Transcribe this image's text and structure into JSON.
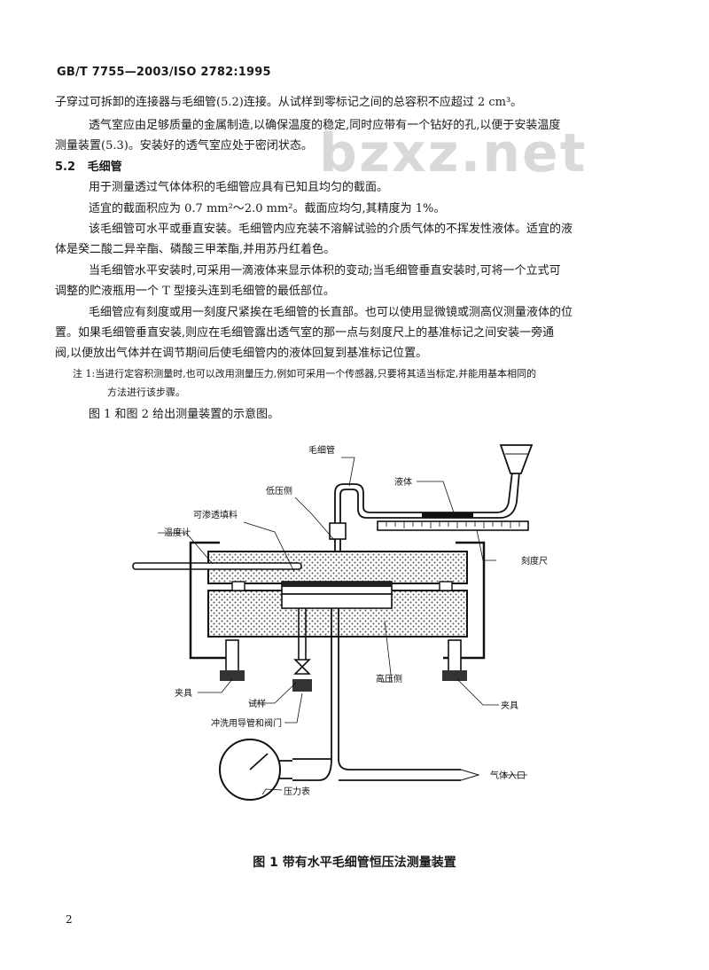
{
  "header": "GB/T 7755—2003/ISO 2782:1995",
  "watermark": "bzxz.net",
  "paragraphs": [
    "子穿过可拆卸的连接器与毛细管(5.2)连接。从试样到零标记之间的总容积不应超过 2 cm³。",
    "透气室应由足够质量的金属制造,以确保温度的稳定,同时应带有一个钻好的孔,以便于安装温度",
    "测量装置(5.3)。安装好的透气室应处于密闭状态。",
    "用于测量透过气体体积的毛细管应具有已知且均匀的截面。",
    "适宜的截面积应为 0.7 mm²～2.0 mm²。截面应均匀,其精度为 1%。",
    "该毛细管可水平或垂直安装。毛细管内应充装不溶解试验的介质气体的不挥发性液体。适宜的液",
    "体是癸二酸二异辛酯、磷酸三甲苯酯,并用苏丹红着色。",
    "当毛细管水平安装时,可采用一滴液体来显示体积的变动;当毛细管垂直安装时,可将一个立式可",
    "调整的贮液瓶用一个 T 型接头连到毛细管的最低部位。",
    "毛细管应有刻度或用一刻度尺紧挨在毛细管的长直部。也可以使用显微镜或测高仪测量液体的位",
    "置。如果毛细管垂直安装,则应在毛细管露出透气室的那一点与刻度尺上的基准标记之间安装一旁通",
    "阀,以便放出气体并在调节期间后使毛细管内的液体回复到基准标记位置。",
    "图 1 和图 2 给出测量装置的示意图。"
  ],
  "section": {
    "number": "5.2",
    "title": "毛细管"
  },
  "note": [
    "注 1:当进行定容积测量时,也可以改用测量压力,例如可采用一个传感器,只要将其适当标定,并能用基本相同的",
    "方法进行该步骤。"
  ],
  "figure": {
    "labels": {
      "capillary": "毛细管",
      "low_side": "低压侧",
      "permeable_filler": "可渗透填料",
      "liquid": "液体",
      "thermometer": "温度计",
      "scale": "刻度尺",
      "clamp_left": "夹具",
      "clamp_right": "夹具",
      "high_side": "高压侧",
      "specimen": "试样",
      "flush_valve": "冲洗用导管和阀门",
      "gas_inlet": "气体入口",
      "pressure_gauge": "压力表"
    },
    "caption": "图 1   带有水平毛细管恒压法测量装置"
  },
  "page_number": "2"
}
